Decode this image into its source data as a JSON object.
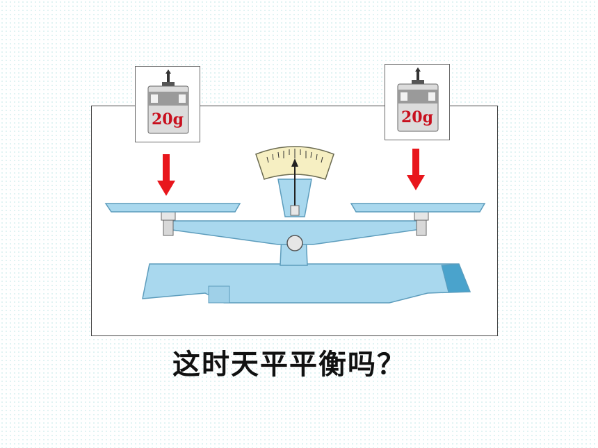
{
  "scene": {
    "left_weight": {
      "label": "20g"
    },
    "right_weight": {
      "label": "20g"
    },
    "question_text": "这时天平平衡吗？"
  },
  "colors": {
    "balance_fill": "#a9d8ee",
    "balance_edge": "#5c9cbc",
    "arrow_red": "#e8161c",
    "weight_text": "#c8101e",
    "scale_dial": "#f6efc2"
  }
}
